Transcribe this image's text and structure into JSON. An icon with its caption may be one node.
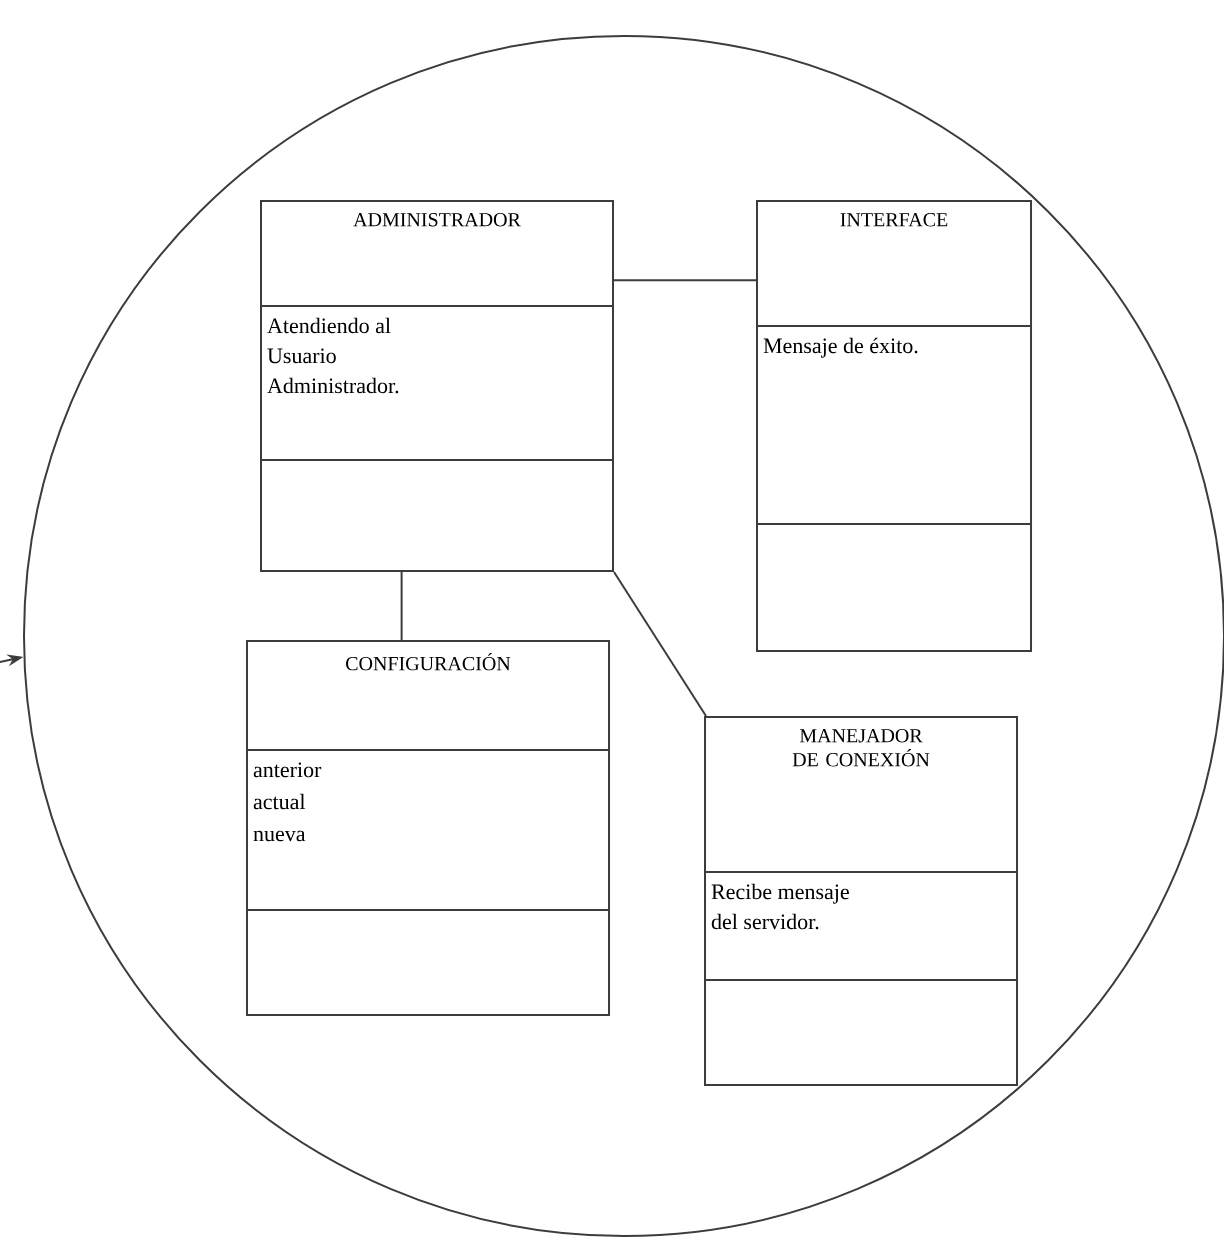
{
  "diagram": {
    "nodes": [
      {
        "text": [],
        "shape": "circle"
      },
      {
        "text": [
          "ADMINISTRADOR",
          "Atendiendo al Usuario Administrador."
        ],
        "in": 0
      },
      {
        "text": [
          "INTERFACE",
          "Mensaje de éxito."
        ],
        "in": 0
      },
      {
        "text": [
          "CONFIGURACIÓN",
          "anterior",
          "actual",
          "nueva"
        ],
        "in": 0
      },
      {
        "text": [
          "MANEJADOR DE CONEXIÓN",
          "Recibe mensaje del servidor."
        ],
        "in": 0
      }
    ],
    "edges": [
      {
        "from": null,
        "to": 0,
        "arrow": "to"
      },
      {
        "from": 1,
        "to": 2,
        "arrow": "none"
      },
      {
        "from": 1,
        "to": 3,
        "arrow": "none"
      },
      {
        "from": 1,
        "to": 4,
        "arrow": "none"
      }
    ]
  }
}
